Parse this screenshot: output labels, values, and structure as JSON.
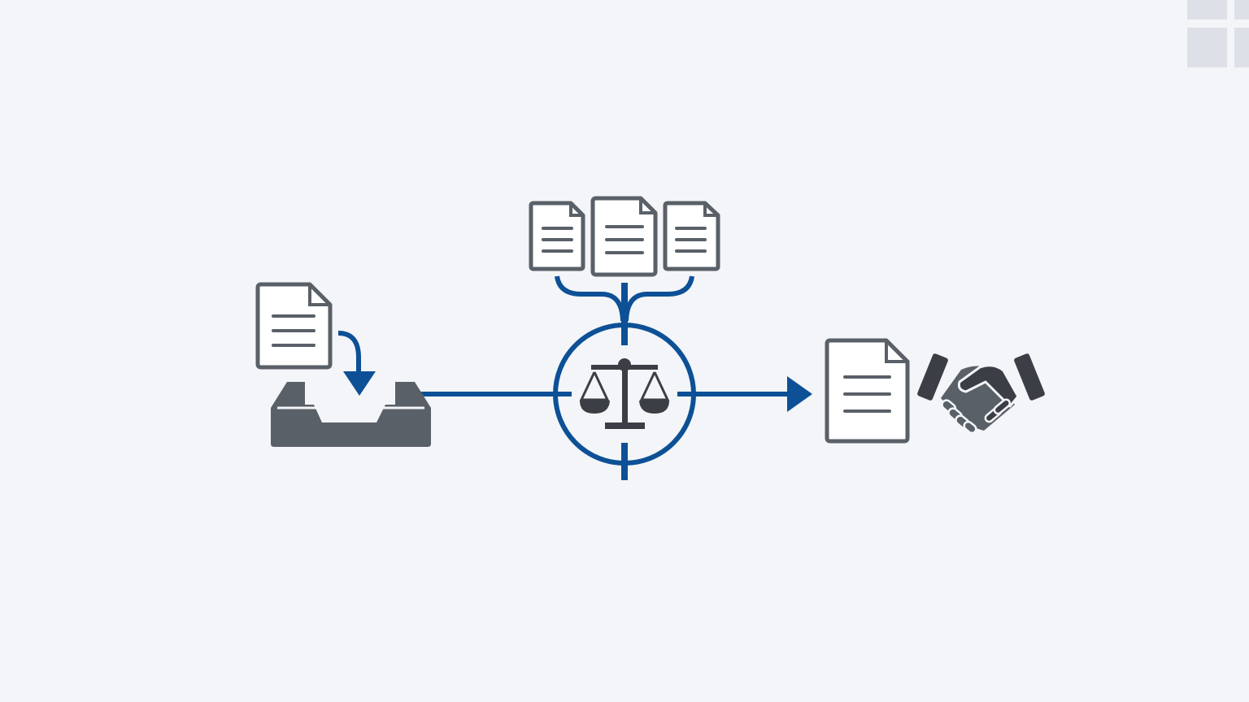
{
  "colors": {
    "background": "#f3f5f8",
    "accent_blue": "#0d5096",
    "icon_gray": "#5a6068",
    "icon_dark": "#3b3f45",
    "paper_white": "#ffffff",
    "corner_tile": "#dde1e7"
  },
  "diagram": {
    "flow": [
      "incoming-document",
      "inbox-tray",
      "arbitration-scales",
      "outgoing-agreement",
      "handshake"
    ],
    "sources": [
      "source-document-1",
      "source-document-2",
      "source-document-3"
    ],
    "icons": {
      "incoming_document": "document-icon",
      "inbox": "inbox-tray-icon",
      "down_arrow": "curved-arrow-down-icon",
      "hub": "scales-of-justice-icon",
      "outgoing_document": "document-icon",
      "deal": "handshake-icon"
    }
  }
}
